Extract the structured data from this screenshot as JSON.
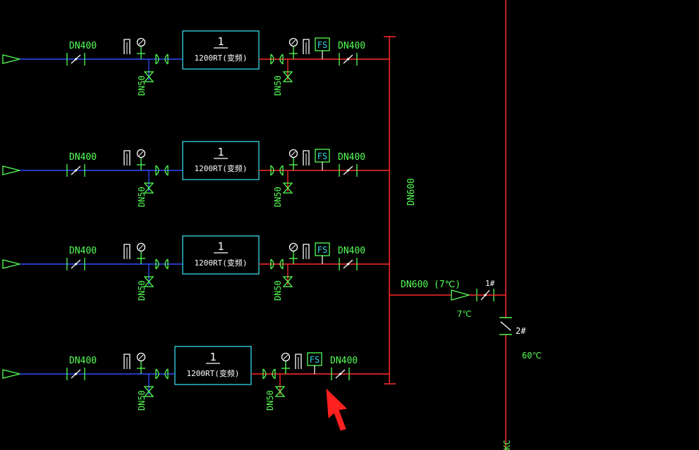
{
  "colors": {
    "background": "#000000",
    "supply_pipe": "#2f4cff",
    "discharge_pipe": "#ff2a2a",
    "label_green": "#55ff55",
    "chiller_cyan": "#36d6e7",
    "symbol_white": "#ffffff",
    "cursor_red": "#ff2020"
  },
  "rows": [
    {
      "inlet_pipe_label": "DN400",
      "drain_label_left": "DN50",
      "chiller_number": "1",
      "chiller_capacity": "1200RT(变频)",
      "drain_label_right": "DN50",
      "flow_switch": "FS",
      "outlet_pipe_label": "DN400"
    },
    {
      "inlet_pipe_label": "DN400",
      "drain_label_left": "DN50",
      "chiller_number": "1",
      "chiller_capacity": "1200RT(变频)",
      "drain_label_right": "DN50",
      "flow_switch": "FS",
      "outlet_pipe_label": "DN400"
    },
    {
      "inlet_pipe_label": "DN400",
      "drain_label_left": "DN50",
      "chiller_number": "1",
      "chiller_capacity": "1200RT(变频)",
      "drain_label_right": "DN50",
      "flow_switch": "FS",
      "outlet_pipe_label": "DN400"
    },
    {
      "inlet_pipe_label": "DN400",
      "drain_label_left": "DN50",
      "chiller_number": "1",
      "chiller_capacity": "1200RT(变频)",
      "drain_label_right": "DN50",
      "flow_switch": "FS",
      "outlet_pipe_label": "DN400"
    }
  ],
  "header": {
    "pipe_label": "DN600"
  },
  "main_outlet": {
    "pipe_label": "DN600 (7℃)",
    "temp_label": "7℃",
    "valve1_label": "1#",
    "valve2_label": "2#",
    "temp_label_2": "60℃",
    "riser_label": "KC"
  }
}
